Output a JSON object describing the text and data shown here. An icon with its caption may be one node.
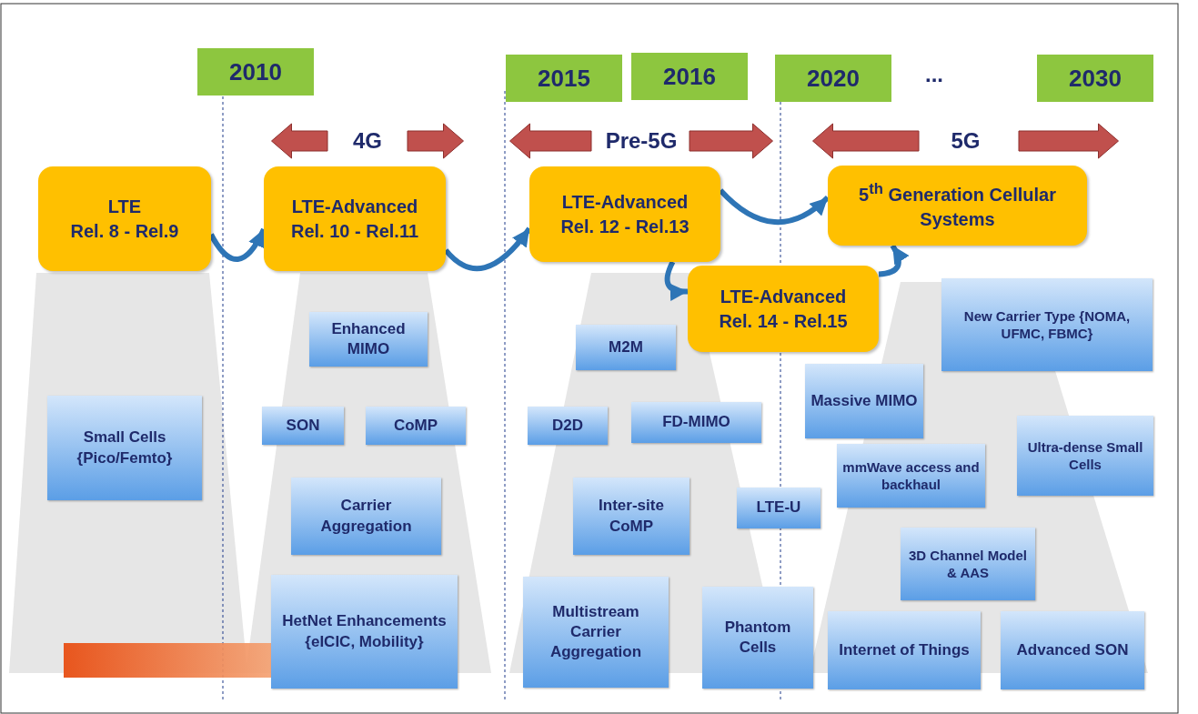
{
  "diagram": {
    "nodes": [
      {
        "text": [
          "2010"
        ]
      },
      {
        "text": [
          "2015"
        ]
      },
      {
        "text": [
          "2016"
        ]
      },
      {
        "text": [
          "2020"
        ]
      },
      {
        "text": [
          "2030"
        ]
      },
      {
        "text": [
          "LTE",
          "Rel. 8 - Rel.9"
        ]
      },
      {
        "text": [
          "LTE-Advanced",
          "Rel. 10 - Rel.11"
        ]
      },
      {
        "text": [
          "LTE-Advanced",
          "Rel. 12 - Rel.13"
        ]
      },
      {
        "text": [
          "5$^{th}$ Generation Cellular Systems"
        ]
      },
      {
        "text": [
          "LTE-Advanced",
          "Rel. 14 - Rel.15"
        ]
      },
      {
        "text": [
          "Small Cells {Pico/Femto}"
        ]
      },
      {
        "text": [
          "Enhanced MIMO"
        ]
      },
      {
        "text": [
          "SON"
        ]
      },
      {
        "text": [
          "CoMP"
        ]
      },
      {
        "text": [
          "Carrier Aggregation"
        ]
      },
      {
        "text": [
          "HetNet Enhancements {eICIC, Mobility}"
        ]
      },
      {
        "text": [
          "M2M"
        ]
      },
      {
        "text": [
          "D2D"
        ]
      },
      {
        "text": [
          "FD-MIMO"
        ]
      },
      {
        "text": [
          "Inter-site CoMP"
        ]
      },
      {
        "text": [
          "LTE-U"
        ]
      },
      {
        "text": [
          "Multistream Carrier Aggregation"
        ]
      },
      {
        "text": [
          "Phantom Cells"
        ]
      },
      {
        "text": [
          "New Carrier Type {NOMA, UFMC, FBMC}"
        ]
      },
      {
        "text": [
          "Massive MIMO"
        ]
      },
      {
        "text": [
          "Ultra-dense Small Cells"
        ]
      },
      {
        "text": [
          "mmWave access and backhaul"
        ]
      },
      {
        "text": [
          "3D Channel Model & AAS"
        ]
      },
      {
        "text": [
          "Internet of Things"
        ]
      },
      {
        "text": [
          "Advanced SON"
        ]
      },
      {
        "text": [],
        "shape": "bar"
      },
      {
        "text": [
          "4G"
        ]
      },
      {
        "text": [
          "Pre-5G"
        ]
      },
      {
        "text": [
          "5G"
        ]
      }
    ],
    "edges": [
      {
        "from": 5,
        "to": 6,
        "arrow": "to"
      },
      {
        "from": 6,
        "to": 7,
        "arrow": "to"
      },
      {
        "from": 7,
        "to": 8,
        "arrow": "to"
      },
      {
        "from": 7,
        "to": 9,
        "arrow": "to"
      },
      {
        "from": 9,
        "to": 8,
        "arrow": "to"
      }
    ],
    "labels": [
      "..."
    ]
  }
}
